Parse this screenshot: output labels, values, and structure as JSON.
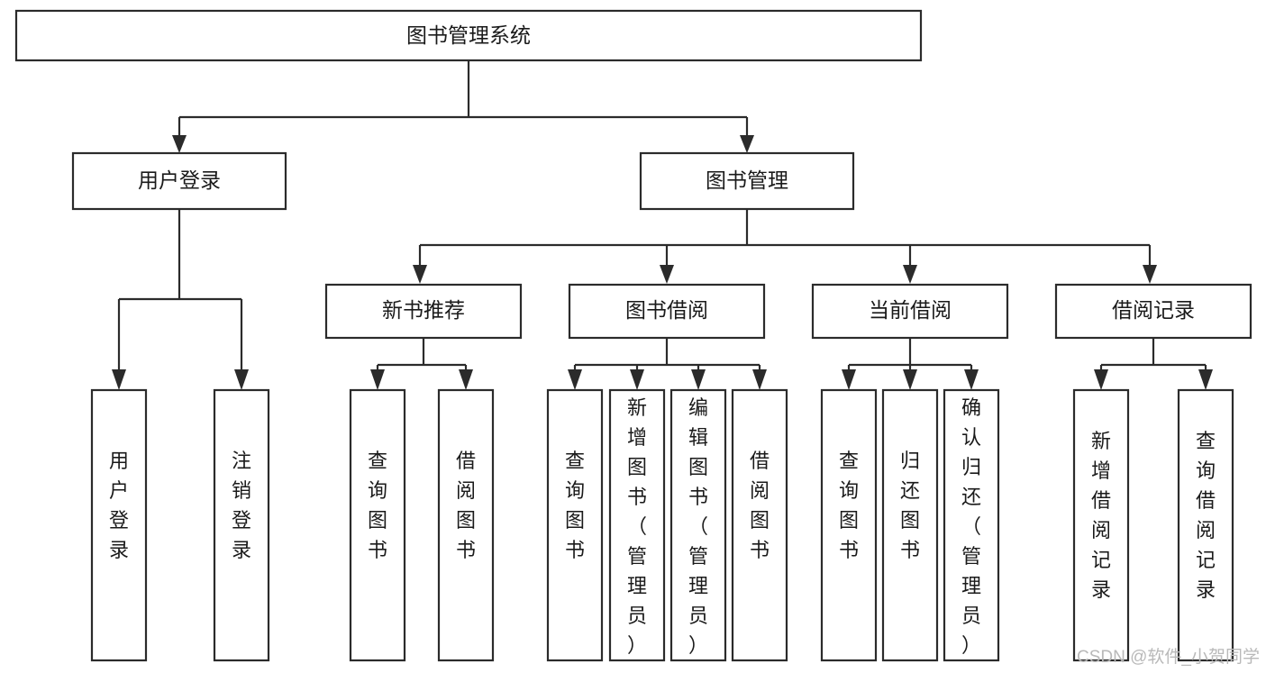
{
  "diagram": {
    "title": "图书管理系统",
    "type": "tree-hierarchy-chart",
    "watermark": "CSDN @软件_小贺同学",
    "root": {
      "label": "图书管理系统"
    },
    "level2": [
      {
        "label": "用户登录"
      },
      {
        "label": "图书管理"
      }
    ],
    "level3": [
      {
        "label": "新书推荐"
      },
      {
        "label": "图书借阅"
      },
      {
        "label": "当前借阅"
      },
      {
        "label": "借阅记录"
      }
    ],
    "leaves": {
      "user_login": [
        {
          "label": "用户登录"
        },
        {
          "label": "注销登录"
        }
      ],
      "new_book_recommend": [
        {
          "label": "查询图书"
        },
        {
          "label": "借阅图书"
        }
      ],
      "book_borrow": [
        {
          "label": "查询图书"
        },
        {
          "label": "新增图书（管理员）"
        },
        {
          "label": "编辑图书（管理员）"
        },
        {
          "label": "借阅图书"
        }
      ],
      "current_borrow": [
        {
          "label": "查询图书"
        },
        {
          "label": "归还图书"
        },
        {
          "label": "确认归还（管理员）"
        }
      ],
      "borrow_records": [
        {
          "label": "新增借阅记录"
        },
        {
          "label": "查询借阅记录"
        }
      ]
    },
    "colors": {
      "stroke": "#2b2b2b",
      "fill": "#ffffff",
      "text": "#1a1a1a",
      "watermark": "#b9b9b9"
    }
  }
}
